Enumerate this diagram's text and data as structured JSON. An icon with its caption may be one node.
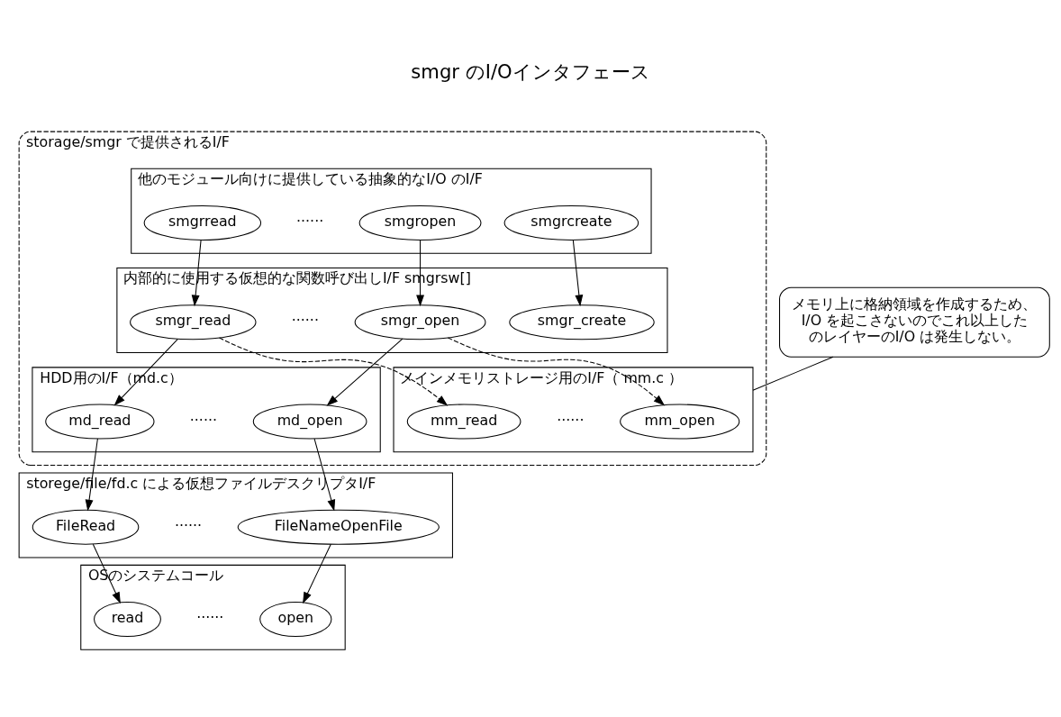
{
  "diagram": {
    "title": "smgr のI/Oインタフェース",
    "nodes": [
      {
        "text": [
          "storage/smgr で提供されるI/F"
        ]
      },
      {
        "text": [
          "他のモジュール向けに提供している抽象的なI/O のI/F"
        ],
        "in": 0
      },
      {
        "text": [
          "smgropen"
        ],
        "in": 1
      },
      {
        "text": [
          "smgrread"
        ],
        "in": 1
      },
      {
        "text": [
          "smgrcreate"
        ],
        "in": 1
      },
      {
        "text": [
          "内部的に使用する仮想的な関数呼び出しI/F smgrsw[]"
        ],
        "in": 0
      },
      {
        "text": [
          "smgr_open"
        ],
        "in": 5
      },
      {
        "text": [
          "smgr_read"
        ],
        "in": 5
      },
      {
        "text": [
          "smgr_create"
        ],
        "in": 5
      },
      {
        "text": [
          "HDD用のI/F（md.c）"
        ],
        "in": 0
      },
      {
        "text": [
          "md_open"
        ],
        "in": 9
      },
      {
        "text": [
          "md_read"
        ],
        "in": 9
      },
      {
        "text": [
          "メインメモリストレージ用のI/F（ mm.c ）"
        ],
        "in": 0
      },
      {
        "text": [
          "mm_open"
        ],
        "in": 12
      },
      {
        "text": [
          "mm_read"
        ],
        "in": 12
      },
      {
        "text": [
          "storege/file/fd.c による仮想ファイルデスクリプタI/F"
        ]
      },
      {
        "text": [
          "FileNameOpenFile"
        ],
        "in": 15
      },
      {
        "text": [
          "FileRead"
        ],
        "in": 15
      },
      {
        "text": [
          "OSのシステムコール"
        ]
      },
      {
        "text": [
          "open"
        ],
        "in": 18
      },
      {
        "text": [
          "read"
        ],
        "in": 18
      },
      {
        "text": [
          "メモリ上に格納領域を作成するため、I/O を起こさないのでこれ以上したのレイヤーのI/O は発生しない。"
        ]
      }
    ],
    "edges": [
      {
        "from": 2,
        "to": 6,
        "arrow": "to"
      },
      {
        "from": 3,
        "to": 7,
        "arrow": "to"
      },
      {
        "from": 4,
        "to": 8,
        "arrow": "to"
      },
      {
        "from": 6,
        "to": 10,
        "arrow": "to"
      },
      {
        "from": 6,
        "to": 13,
        "arrow": "to",
        "style": "dashed"
      },
      {
        "from": 7,
        "to": 11,
        "arrow": "to"
      },
      {
        "from": 7,
        "to": 14,
        "arrow": "to",
        "style": "dashed"
      },
      {
        "from": 10,
        "to": 16,
        "arrow": "to"
      },
      {
        "from": 11,
        "to": 17,
        "arrow": "to"
      },
      {
        "from": 16,
        "to": 19,
        "arrow": "to"
      },
      {
        "from": 17,
        "to": 20,
        "arrow": "to"
      },
      {
        "from": 21,
        "to": 12,
        "arrow": "none"
      }
    ],
    "labels": [
      "······",
      "······",
      "······",
      "······",
      "······",
      "······"
    ]
  }
}
